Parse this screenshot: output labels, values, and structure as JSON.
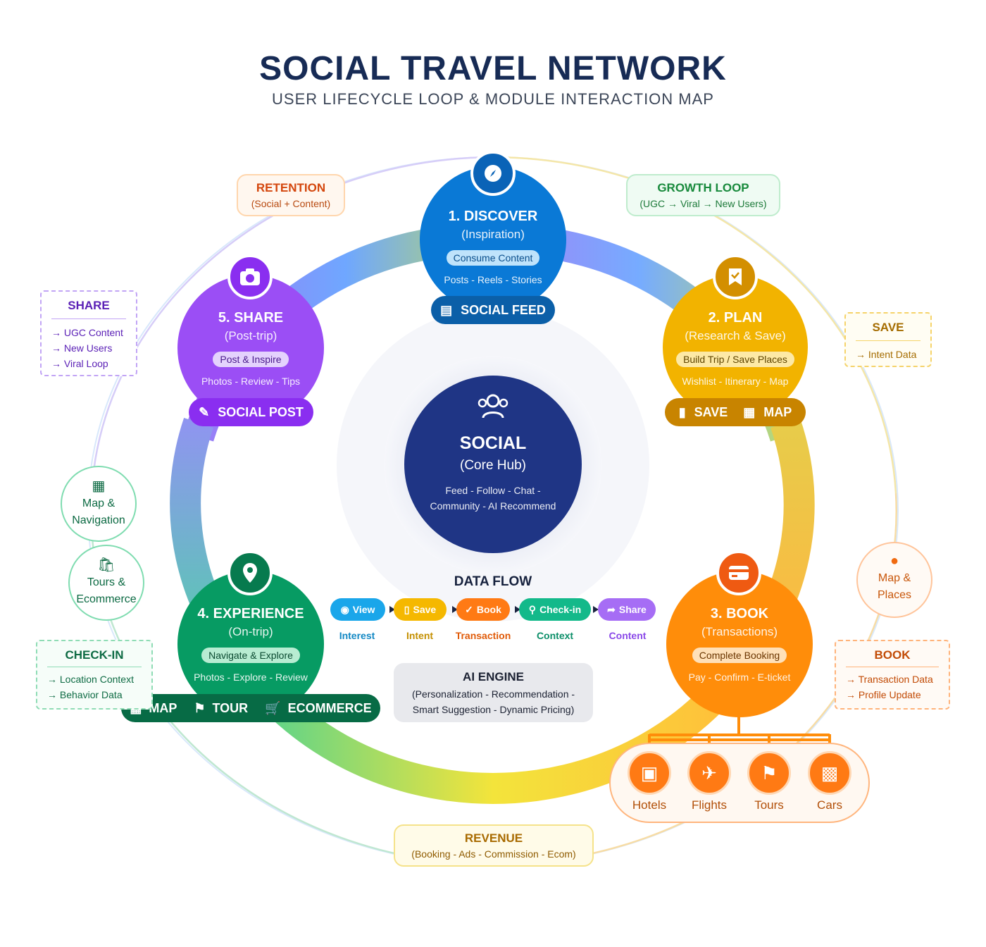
{
  "header": {
    "title": "SOCIAL TRAVEL NETWORK",
    "subtitle": "USER LIFECYCLE LOOP & MODULE INTERACTION MAP"
  },
  "hub": {
    "title": "SOCIAL",
    "subtitle": "(Core Hub)",
    "line1": "Feed - Follow - Chat -",
    "line2": "Community - AI Recommend"
  },
  "stages": {
    "discover": {
      "title": "1. DISCOVER",
      "subtitle": "(Inspiration)",
      "pill": "Consume Content",
      "items": "Posts - Reels - Stories",
      "module": "SOCIAL FEED",
      "color": "#0a79d6"
    },
    "plan": {
      "title": "2. PLAN",
      "subtitle": "(Research & Save)",
      "pill": "Build Trip / Save Places",
      "items": "Wishlist - Itinerary - Map",
      "module_save": "SAVE",
      "module_map": "MAP",
      "color": "#f2b300"
    },
    "book": {
      "title": "3. BOOK",
      "subtitle": "(Transactions)",
      "pill": "Complete Booking",
      "items": "Pay - Confirm - E-ticket",
      "color": "#ff8d0a"
    },
    "experience": {
      "title": "4. EXPERIENCE",
      "subtitle": "(On-trip)",
      "pill": "Navigate & Explore",
      "items": "Photos - Explore - Review",
      "module_map": "MAP",
      "module_tour": "TOUR",
      "module_ecom": "ECOMMERCE",
      "color": "#079b63"
    },
    "share": {
      "title": "5. SHARE",
      "subtitle": "(Post-trip)",
      "pill": "Post & Inspire",
      "items": "Photos - Review - Tips",
      "module": "SOCIAL POST",
      "color": "#9b4ef5"
    }
  },
  "notes": {
    "retention": {
      "title": "RETENTION",
      "sub": "(Social + Content)"
    },
    "growth": {
      "title": "GROWTH LOOP",
      "sub": "(UGC → Viral → New Users)"
    },
    "revenue": {
      "title": "REVENUE",
      "sub": "(Booking - Ads - Commission - Ecom)"
    }
  },
  "dashed": {
    "share": {
      "title": "SHARE",
      "items": [
        "→ UGC Content",
        "→ New Users",
        "→ Viral Loop"
      ]
    },
    "save": {
      "title": "SAVE",
      "items": [
        "→ Intent Data"
      ]
    },
    "checkin": {
      "title": "CHECK-IN",
      "items": [
        "→ Location Context",
        "→ Behavior Data"
      ]
    },
    "book": {
      "title": "BOOK",
      "items": [
        "→ Transaction Data",
        "→ Profile Update"
      ]
    }
  },
  "side_circles": {
    "map_nav": {
      "line1": "Map &",
      "line2": "Navigation"
    },
    "tours_ecom": {
      "line1": "Tours &",
      "line2": "Ecommerce"
    },
    "map_places": {
      "line1": "Map &",
      "line2": "Places"
    }
  },
  "data_flow": {
    "title": "DATA FLOW",
    "steps": [
      {
        "chip": "View",
        "label": "Interest",
        "color": "#1aa6ea",
        "icon": "eye-icon"
      },
      {
        "chip": "Save",
        "label": "Intent",
        "color": "#f5b800",
        "icon": "bookmark-icon"
      },
      {
        "chip": "Book",
        "label": "Transaction",
        "color": "#ff7a14",
        "icon": "check-circle-icon"
      },
      {
        "chip": "Check-in",
        "label": "Context",
        "color": "#13b98a",
        "icon": "pin-icon"
      },
      {
        "chip": "Share",
        "label": "Content",
        "color": "#a66df5",
        "icon": "share-icon"
      }
    ]
  },
  "ai_engine": {
    "title": "AI ENGINE",
    "line1": "(Personalization - Recommendation -",
    "line2": "Smart Suggestion - Dynamic Pricing)"
  },
  "services": [
    {
      "label": "Hotels",
      "icon": "hotel-icon"
    },
    {
      "label": "Flights",
      "icon": "plane-icon"
    },
    {
      "label": "Tours",
      "icon": "flag-icon"
    },
    {
      "label": "Cars",
      "icon": "car-icon"
    }
  ]
}
